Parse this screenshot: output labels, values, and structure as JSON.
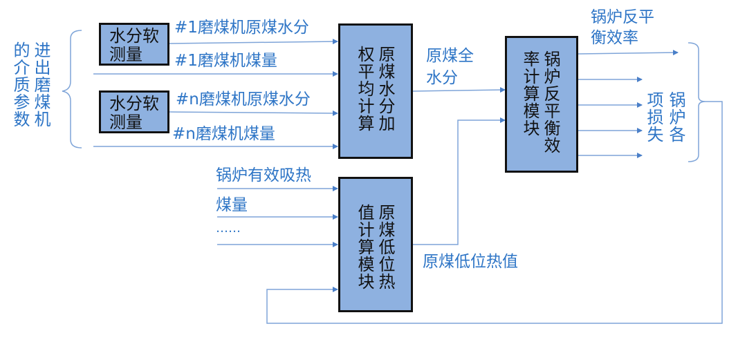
{
  "title": "原煤低位热值与锅炉反平衡效率计算流程图",
  "colors": {
    "box_fill": "#8eb1e0",
    "box_border": "#111111",
    "line": "#4a7fc8",
    "label": "#2e75c6"
  },
  "left_group": {
    "label_col1": "进出磨煤机",
    "label_col2": "的介质参数"
  },
  "soft_sensor_boxes": [
    {
      "text": "水分软测量"
    },
    {
      "text": "水分软测量"
    }
  ],
  "inputs": {
    "mill1_moisture": "#1磨煤机原煤水分",
    "mill1_coal": "#1磨煤机煤量",
    "milln_moisture": "#n磨煤机原煤水分",
    "milln_coal": "#n磨煤机煤量"
  },
  "weighted_box": {
    "col1": "原煤水分加",
    "col2": "权平均计算"
  },
  "total_moisture": {
    "line1": "原煤全",
    "line2": "水分"
  },
  "efficiency_box": {
    "col1": "锅炉反平衡效",
    "col2": "率计算模块"
  },
  "efficiency_output": {
    "line1": "锅炉反平",
    "line2": "衡效率"
  },
  "losses": {
    "col1": "锅炉各",
    "col2": "项损失"
  },
  "heating_inputs": {
    "heat": "锅炉有效吸热",
    "coal": "煤量",
    "more": "……"
  },
  "heating_box": {
    "col1": "原煤低位热",
    "col2": "值计算模块"
  },
  "heating_output": "原煤低位热值"
}
